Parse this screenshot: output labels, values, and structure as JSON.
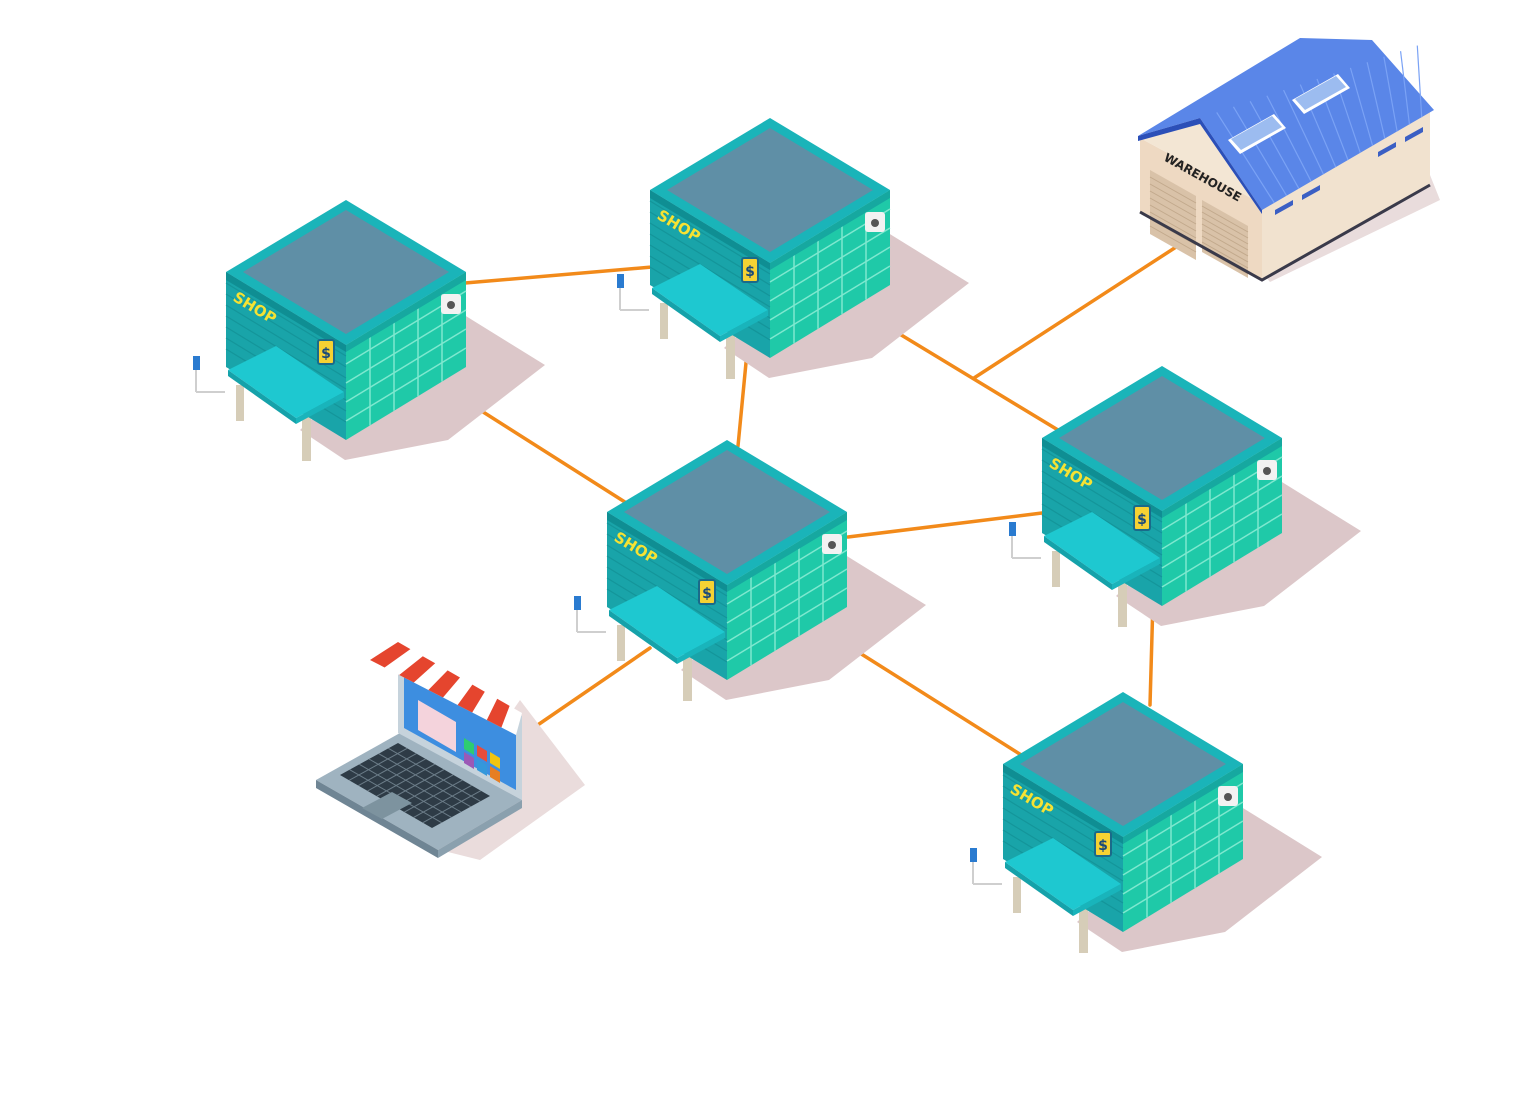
{
  "colors": {
    "link": "#f28a1a",
    "shop_top": "#5f8fa6",
    "shop_rim": "#1ab4b9",
    "shop_left": "#19a4a9",
    "shop_right": "#1fc9a8",
    "shop_grid": "#7ee8cf",
    "awning": "#1ec8d0",
    "sign_text": "#f6e233",
    "shadow": "#dcc7c9",
    "warehouse_roof": "#5a86e8",
    "warehouse_wall": "#eed9c2",
    "warehouse_dark": "#3a3a4a",
    "laptop_body": "#9fb3c0",
    "laptop_screen": "#3d8ee0",
    "awning_red": "#e5452e"
  },
  "nodes": [
    {
      "id": "shop-1",
      "type": "shop",
      "sign": "SHOP",
      "badge": "$"
    },
    {
      "id": "shop-2",
      "type": "shop",
      "sign": "SHOP",
      "badge": "$"
    },
    {
      "id": "shop-3",
      "type": "shop",
      "sign": "SHOP",
      "badge": "$"
    },
    {
      "id": "shop-4",
      "type": "shop",
      "sign": "SHOP",
      "badge": "$"
    },
    {
      "id": "shop-5",
      "type": "shop",
      "sign": "SHOP",
      "badge": "$"
    },
    {
      "id": "warehouse",
      "type": "warehouse",
      "sign": "WAREHOUSE"
    },
    {
      "id": "online-store",
      "type": "laptop",
      "icon": "laptop-storefront-icon"
    }
  ],
  "edges": [
    [
      "shop-1",
      "shop-2"
    ],
    [
      "shop-1",
      "shop-3"
    ],
    [
      "shop-2",
      "shop-3"
    ],
    [
      "shop-2",
      "shop-4"
    ],
    [
      "warehouse",
      "shop-2-shop-4-junction"
    ],
    [
      "shop-3",
      "shop-4"
    ],
    [
      "shop-3",
      "online-store"
    ],
    [
      "shop-3",
      "shop-5"
    ],
    [
      "shop-4",
      "shop-5"
    ]
  ]
}
